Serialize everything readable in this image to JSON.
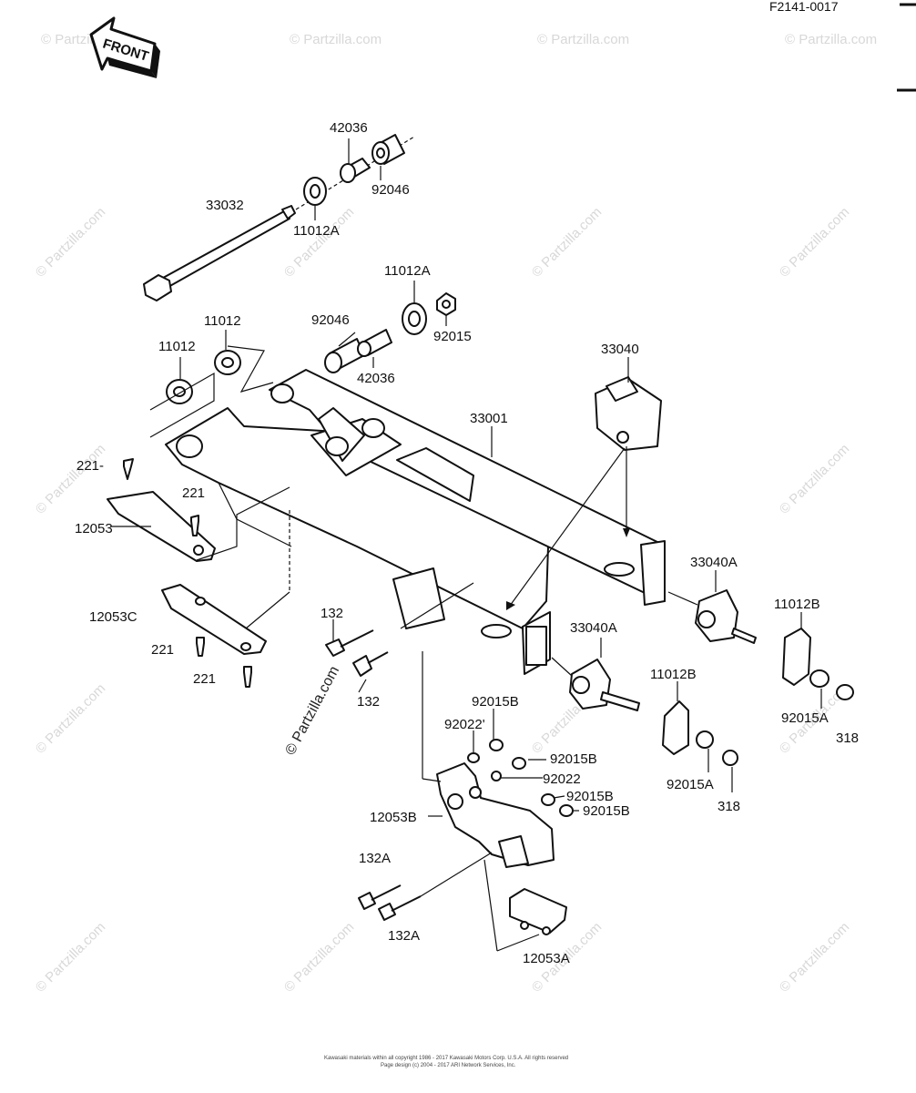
{
  "header": {
    "figure_code": "F2141-0017",
    "front_label": "FRONT"
  },
  "watermark": "© Partzilla.com",
  "parts": {
    "p42036_top": "42036",
    "p92046_top": "92046",
    "p33032": "33032",
    "p11012A_top": "11012A",
    "p11012A_mid": "11012A",
    "p92046_mid": "92046",
    "p92015_mid": "92015",
    "p42036_mid": "42036",
    "p11012_a": "11012",
    "p11012_b": "11012",
    "p33040": "33040",
    "p33001": "33001",
    "p221_a": "221-",
    "p221_b": "221",
    "p12053": "12053",
    "p33040A_r": "33040A",
    "p11012B_r": "11012B",
    "p12053C": "12053C",
    "p132_a": "132",
    "p33040A_c": "33040A",
    "p221_c": "221",
    "p221_d": "221",
    "p132_b": "132",
    "p11012B_c": "11012B",
    "p92015B_a": "92015B",
    "p92022_a": "92022'",
    "p92015A_r": "92015A",
    "p318_r": "318",
    "p92015B_b": "92015B",
    "p92022_b": "92022",
    "p92015A_c": "92015A",
    "p92015B_c": "92015B",
    "p318_c": "318",
    "p92015B_d": "92015B",
    "p12053B": "12053B",
    "p132A_a": "132A",
    "p132A_b": "132A",
    "p12053A": "12053A"
  },
  "footer": {
    "line1": "Kawasaki materials within all copyright 1986 - 2017 Kawasaki Motors Corp. U.S.A. All rights reserved",
    "line2": "Page design (c) 2004 - 2017 ARI Network Services, Inc."
  }
}
